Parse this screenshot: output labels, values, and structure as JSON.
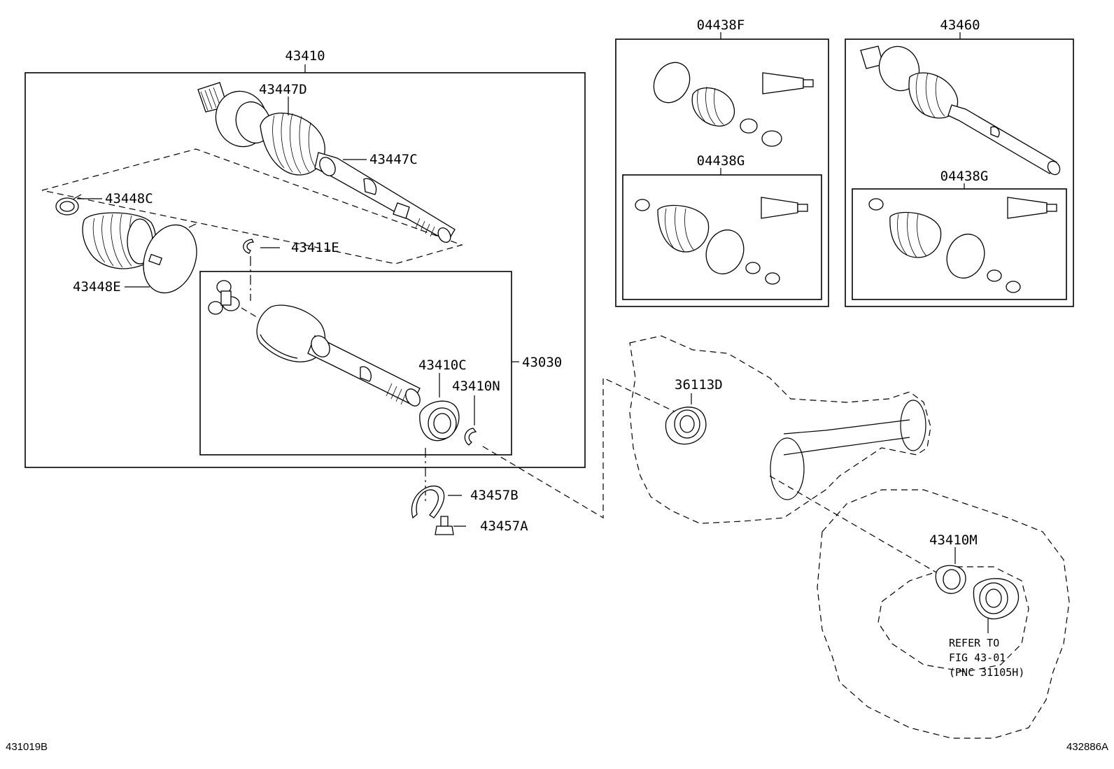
{
  "diagram": {
    "labels": {
      "p43410": "43410",
      "p43447D": "43447D",
      "p43447C": "43447C",
      "p43448C": "43448C",
      "p43448E": "43448E",
      "p43411E": "43411E",
      "p43030": "43030",
      "p43410C": "43410C",
      "p43410N": "43410N",
      "p43457B": "43457B",
      "p43457A": "43457A",
      "p04438F": "04438F",
      "p04438G_a": "04438G",
      "p43460": "43460",
      "p04438G_b": "04438G",
      "p36113D": "36113D",
      "p43410M": "43410M"
    },
    "refer": {
      "line1": "REFER TO",
      "line2": "FIG 43-01",
      "line3": "(PNC 31105H)"
    },
    "footer": {
      "left": "431019B",
      "right": "432886A"
    }
  }
}
